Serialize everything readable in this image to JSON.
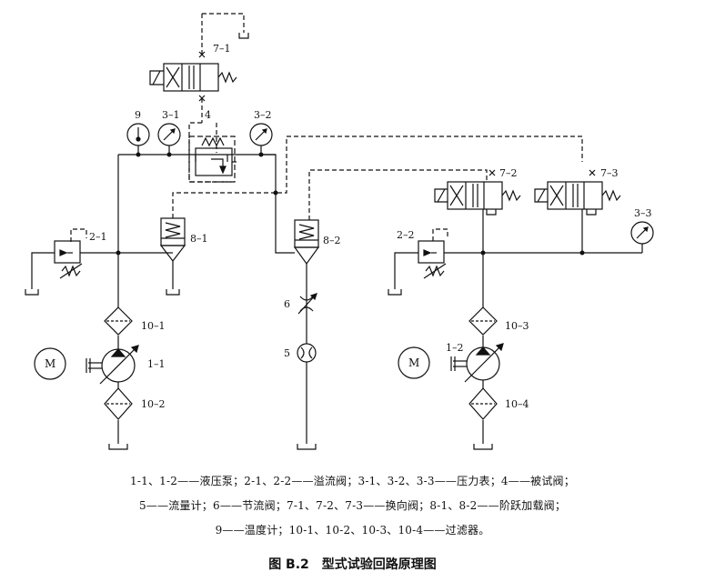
{
  "labels": {
    "v7_1": "7–1",
    "g9": "9",
    "g3_1": "3–1",
    "v4": "4",
    "g3_2": "3–2",
    "v7_2": "7–2",
    "v7_3": "7–3",
    "g3_3": "3–3",
    "r2_1": "2–1",
    "v8_1": "8–1",
    "v8_2": "8–2",
    "r2_2": "2–2",
    "n6": "6",
    "n5": "5",
    "f10_1": "10–1",
    "p1_1": "1–1",
    "f10_2": "10–2",
    "f10_3": "10–3",
    "p1_2": "1–2",
    "f10_4": "10–4",
    "motor_left": "M",
    "motor_right": "M"
  },
  "legend": [
    "1-1、1-2——液压泵；2-1、2-2——溢流阀；3-1、3-2、3-3——压力表；4——被试阀；",
    "5——流量计；6——节流阀；7-1、7-2、7-3——换向阀；8-1、8-2——阶跃加载阀；",
    "9——温度计；10-1、10-2、10-3、10-4——过滤器。"
  ],
  "caption": "图 B.2　型式试验回路原理图"
}
